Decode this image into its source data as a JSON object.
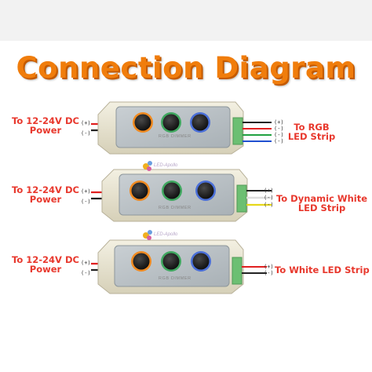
{
  "title": "Connection Diagram",
  "units": [
    {
      "input_line1": "To 12-24V DC",
      "input_line2": "Power",
      "input_signs": [
        "(+)",
        "(-)"
      ],
      "panel_label": "RGB DIMMER",
      "output_label_line1": "To RGB",
      "output_label_line2": "LED Strip",
      "output_signs": [
        "(+)",
        "(-)",
        "(-)",
        "(-)"
      ],
      "wire_colors": [
        "#222222",
        "#e02020",
        "#20a040",
        "#2050d0"
      ]
    },
    {
      "input_line1": "To 12-24V DC",
      "input_line2": "Power",
      "input_signs": [
        "(+)",
        "(-)"
      ],
      "panel_label": "RGB DIMMER",
      "output_label_line1": "To Dynamic White",
      "output_label_line2": "LED Strip",
      "output_signs": [
        "(+)",
        "(-)",
        "(-)"
      ],
      "wire_colors": [
        "#222222",
        "#f2f2f2",
        "#e6d81a"
      ]
    },
    {
      "input_line1": "To 12-24V DC",
      "input_line2": "Power",
      "input_signs": [
        "(+)",
        "(-)"
      ],
      "panel_label": "RGB DIMMER",
      "output_label_line1": "To White LED Strip",
      "output_signs": [
        "(+)",
        "(-)"
      ],
      "wire_colors": [
        "#e02020",
        "#222222"
      ]
    }
  ],
  "brand_mark": "LED-Apollo",
  "colors": {
    "title": "#f07d0c",
    "label": "#e8382d",
    "wire_red": "#e02020",
    "wire_black": "#222222",
    "housing": "#e8e3cf"
  }
}
